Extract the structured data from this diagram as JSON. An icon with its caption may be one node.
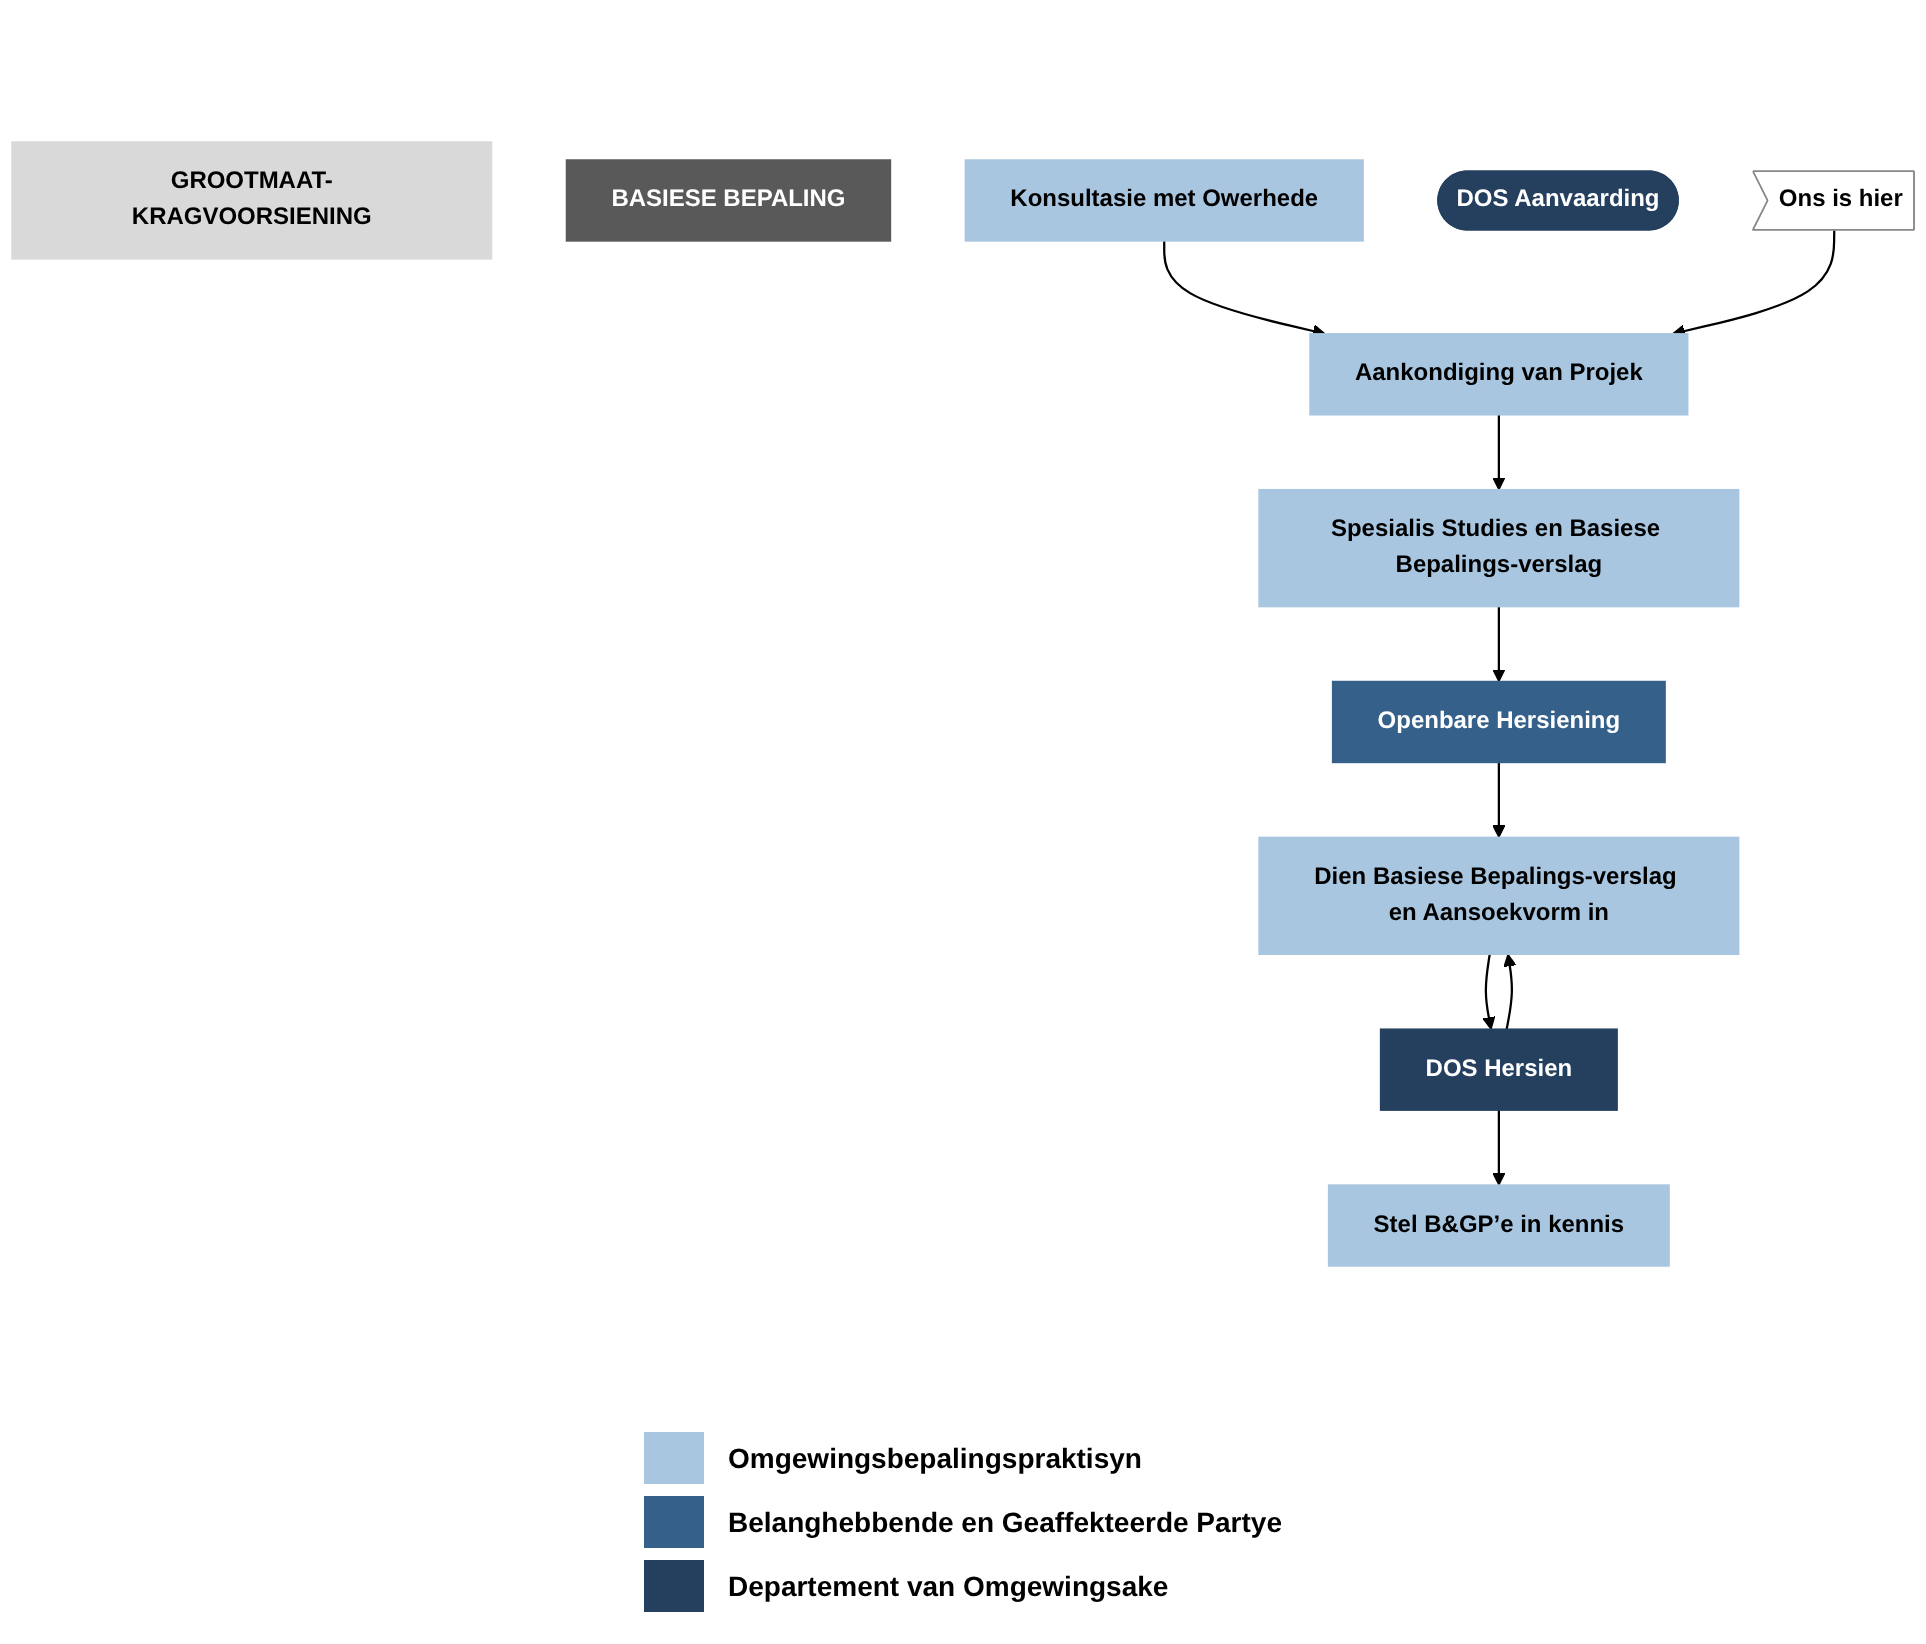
{
  "diagram": {
    "nodes": [
      {
        "text": [
          "GROOTMAAT-KRAGVOORSIENING"
        ]
      },
      {
        "text": [
          "BASIESE BEPALING"
        ]
      },
      {
        "text": [
          "Konsultasie met Owerhede"
        ]
      },
      {
        "text": [
          "Aankondiging van Projek"
        ]
      },
      {
        "text": [
          "Spesialis Studies en Basiese Bepalings-verslag"
        ]
      },
      {
        "text": [
          "Openbare Hersiening"
        ]
      },
      {
        "text": [
          "Dien Basiese Bepalings-verslag en Aansoekvorm in"
        ]
      },
      {
        "text": [
          "DOS Hersien"
        ]
      },
      {
        "text": [
          "DOS Aanvaarding"
        ]
      },
      {
        "text": [
          "Stel B&GP’e in kennis"
        ]
      },
      {
        "text": [
          "Ons is hier"
        ]
      }
    ],
    "edges": [
      {
        "from": 2,
        "to": 3,
        "arrow": "to"
      },
      {
        "from": 3,
        "to": 4,
        "arrow": "to"
      },
      {
        "from": 4,
        "to": 5,
        "arrow": "to"
      },
      {
        "from": 5,
        "to": 6,
        "arrow": "to"
      },
      {
        "from": 7,
        "to": 6,
        "arrow": "to"
      },
      {
        "from": 6,
        "to": 7,
        "arrow": "to"
      },
      {
        "from": 7,
        "to": 9,
        "arrow": "to"
      },
      {
        "from": 10,
        "to": 3,
        "arrow": "to"
      }
    ],
    "legend": [
      {
        "text": "Omgewingsbepalingspraktisyn",
        "color": "#a9c6e0"
      },
      {
        "text": "Belanghebbende en Geaffekteerde Partye",
        "color": "#356089"
      },
      {
        "text": "Departement van Omgewingsake",
        "color": "#24405e"
      }
    ]
  }
}
